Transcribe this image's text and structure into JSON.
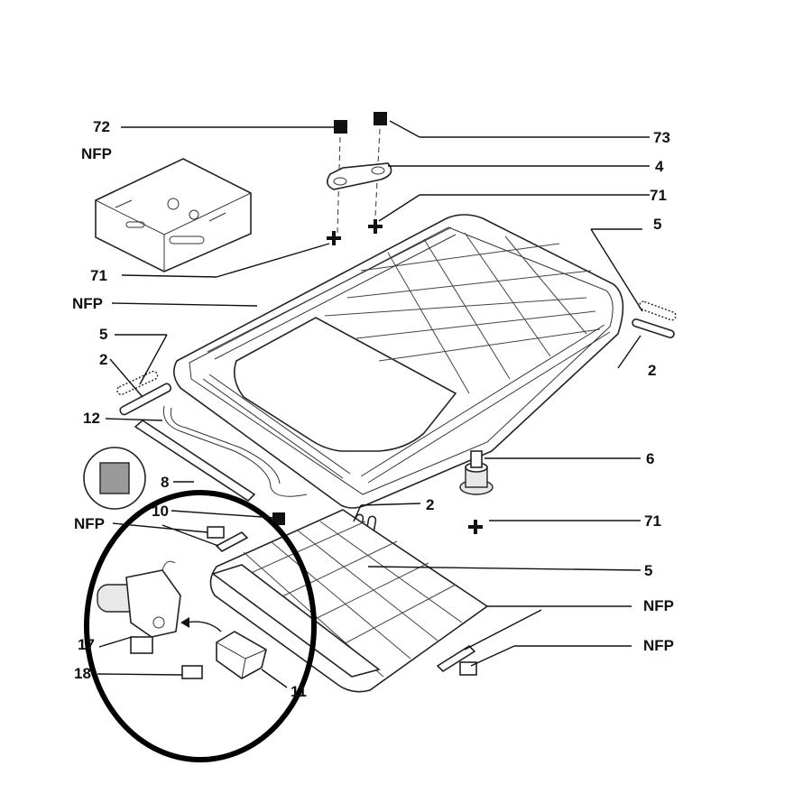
{
  "labels": {
    "l72": "72",
    "l73": "73",
    "l4": "4",
    "l71_top": "71",
    "l71_left": "71",
    "l71_right": "71",
    "l5_right": "5",
    "l5_left": "5",
    "l5_lower": "5",
    "l2_left": "2",
    "l2_right": "2",
    "l2_mid": "2",
    "l12": "12",
    "l8": "8",
    "l10": "10",
    "l6": "6",
    "l17": "17",
    "l18": "18",
    "l11": "11",
    "nfp_box": "NFP",
    "nfp_frame": "NFP",
    "nfp_left": "NFP",
    "nfp_right1": "NFP",
    "nfp_right2": "NFP"
  },
  "icons": [
    "square-nut-icon",
    "plus-fastener-icon",
    "seal-swatch-icon",
    "motor-icon"
  ]
}
